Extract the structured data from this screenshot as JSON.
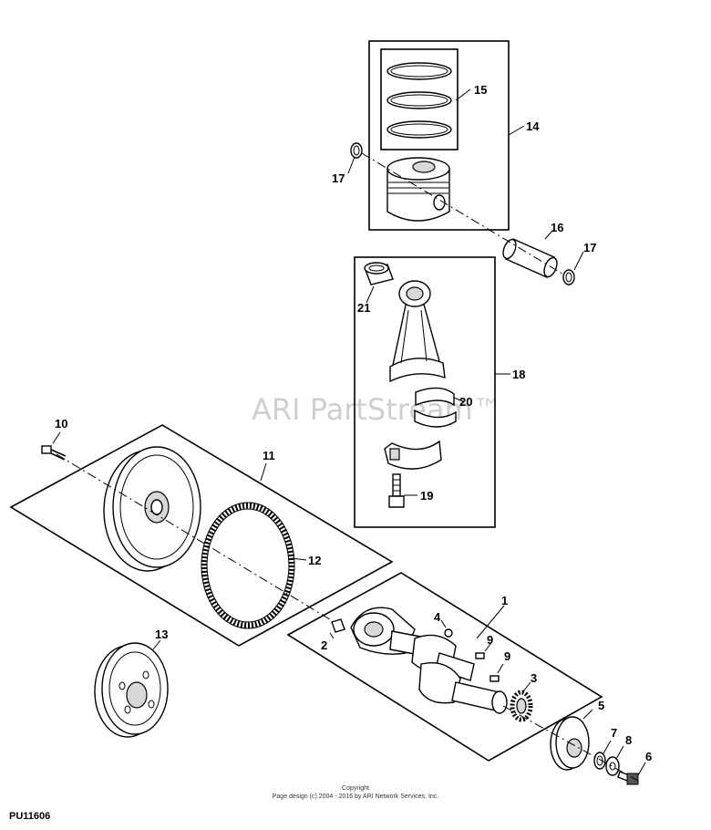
{
  "diagram": {
    "watermark": "ARI PartStream™",
    "copyright_line1": "Copyright",
    "copyright_line2": "Page design (c) 2004 - 2016 by ARI Network Services, Inc.",
    "figure_code": "PU11606",
    "callouts": {
      "c1": "1",
      "c2": "2",
      "c3": "3",
      "c4": "4",
      "c5": "5",
      "c6": "6",
      "c7": "7",
      "c8": "8",
      "c9a": "9",
      "c9b": "9",
      "c10": "10",
      "c11": "11",
      "c12": "12",
      "c13": "13",
      "c14": "14",
      "c15": "15",
      "c16": "16",
      "c17a": "17",
      "c17b": "17",
      "c18": "18",
      "c19": "19",
      "c20": "20",
      "c21": "21"
    }
  }
}
